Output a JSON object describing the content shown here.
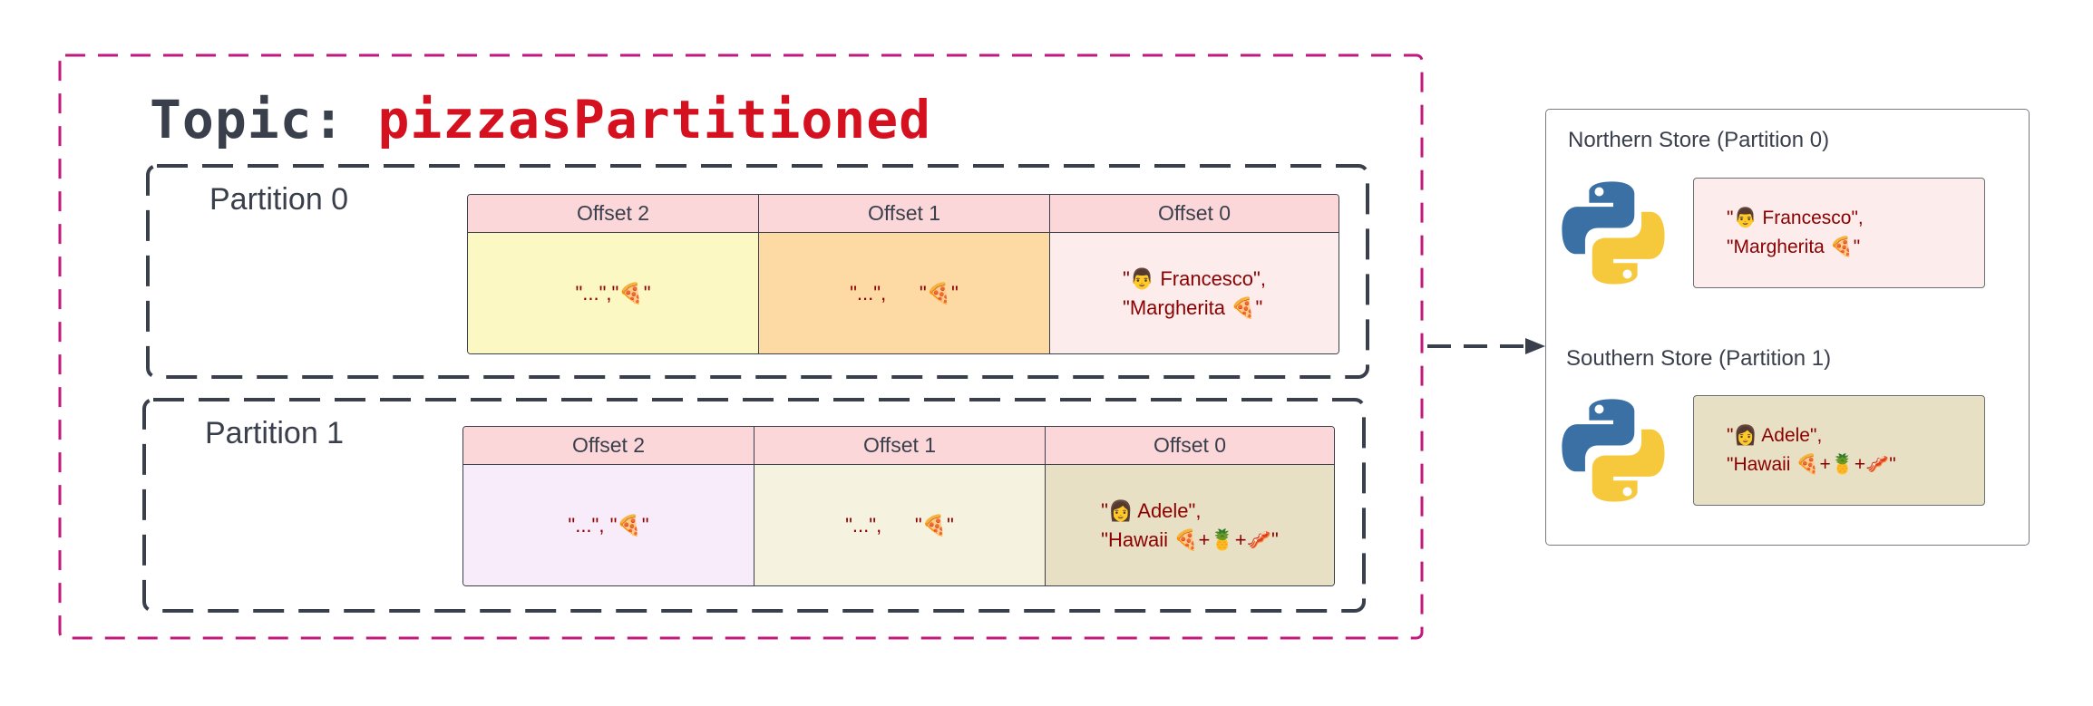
{
  "topic": {
    "prefix": "Topic: ",
    "name": "pizzasPartitioned"
  },
  "partitions": [
    {
      "label": "Partition 0",
      "offsets": [
        {
          "header": "Offset 2",
          "content": "\"...\",\"🍕\"",
          "bg": "#fbf8c3"
        },
        {
          "header": "Offset 1",
          "content": "\"...\",      \"🍕\"",
          "bg": "#fdd9a3"
        },
        {
          "header": "Offset 0",
          "content": "\"👨 Francesco\",\n\"Margherita 🍕\"",
          "bg": "#fdecec"
        }
      ]
    },
    {
      "label": "Partition 1",
      "offsets": [
        {
          "header": "Offset 2",
          "content": "\"...\", \"🍕\"",
          "bg": "#f8ecfa"
        },
        {
          "header": "Offset 1",
          "content": "\"...\",      \"🍕\"",
          "bg": "#f6f2e0"
        },
        {
          "header": "Offset 0",
          "content": "\"👩 Adele\",\n\"Hawaii 🍕+🍍+🥓\"",
          "bg": "#e8e0c4"
        }
      ]
    }
  ],
  "stores": [
    {
      "label": "Northern Store (Partition 0)",
      "content": "\"👨 Francesco\",\n\"Margherita 🍕\"",
      "bg": "#fdecec",
      "icon": "python-logo-icon"
    },
    {
      "label": "Southern Store (Partition 1)",
      "content": "\"👩 Adele\",\n\"Hawaii 🍕+🍍+🥓\"",
      "bg": "#e8e0c4",
      "icon": "python-logo-icon"
    }
  ],
  "colors": {
    "topic_border": "#c2197f",
    "partition_border": "#3a3f4c",
    "header_bg": "#fcd7da",
    "python_blue": "#3a70a4",
    "python_yellow": "#f6c93d"
  }
}
